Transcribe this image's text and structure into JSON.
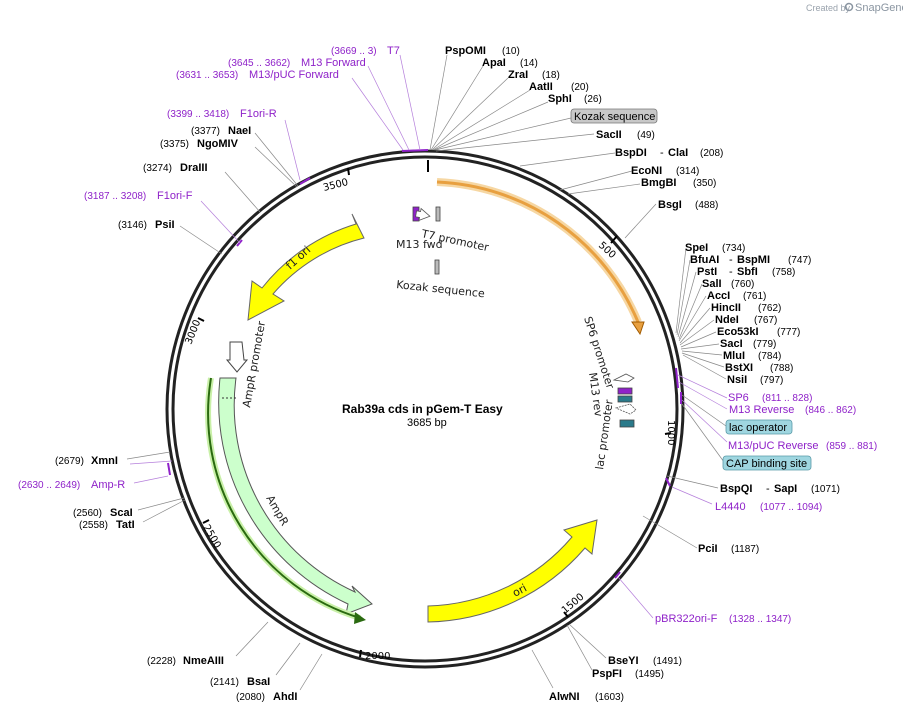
{
  "credit": {
    "prefix": "Created by",
    "brand": "SnapGene"
  },
  "plasmid": {
    "name": "Rab39a cds in pGem-T Easy",
    "length_label": "3685 bp",
    "length": 3685
  },
  "ticks": [
    "500",
    "1000",
    "1500",
    "2000",
    "2500",
    "3000",
    "3500"
  ],
  "sites": [
    {
      "name": "PspOMI",
      "pos": "(10)"
    },
    {
      "name": "ApaI",
      "pos": "(14)"
    },
    {
      "name": "ZraI",
      "pos": "(18)"
    },
    {
      "name": "AatII",
      "pos": "(20)"
    },
    {
      "name": "SphI",
      "pos": "(26)"
    },
    {
      "name": "SacII",
      "pos": "(49)"
    },
    {
      "name": "BspDI",
      "name2": "ClaI",
      "pos": "(208)"
    },
    {
      "name": "EcoNI",
      "pos": "(314)"
    },
    {
      "name": "BmgBI",
      "pos": "(350)"
    },
    {
      "name": "BsgI",
      "pos": "(488)"
    },
    {
      "name": "SpeI",
      "pos": "(734)"
    },
    {
      "name": "BfuAI",
      "name2": "BspMI",
      "pos": "(747)"
    },
    {
      "name": "PstI",
      "name2": "SbfI",
      "pos": "(758)"
    },
    {
      "name": "SalI",
      "pos": "(760)"
    },
    {
      "name": "AccI",
      "pos": "(761)"
    },
    {
      "name": "HincII",
      "pos": "(762)"
    },
    {
      "name": "NdeI",
      "pos": "(767)"
    },
    {
      "name": "Eco53kI",
      "pos": "(777)"
    },
    {
      "name": "SacI",
      "pos": "(779)"
    },
    {
      "name": "MluI",
      "pos": "(784)"
    },
    {
      "name": "BstXI",
      "pos": "(788)"
    },
    {
      "name": "NsiI",
      "pos": "(797)"
    },
    {
      "name": "BspQI",
      "name2": "SapI",
      "pos": "(1071)"
    },
    {
      "name": "PciI",
      "pos": "(1187)"
    },
    {
      "name": "BseYI",
      "pos": "(1491)"
    },
    {
      "name": "PspFI",
      "pos": "(1495)"
    },
    {
      "name": "AlwNI",
      "pos": "(1603)"
    },
    {
      "name": "AhdI",
      "pos": "(2080)"
    },
    {
      "name": "BsaI",
      "pos": "(2141)"
    },
    {
      "name": "NmeAIII",
      "pos": "(2228)"
    },
    {
      "name": "TatI",
      "pos": "(2558)"
    },
    {
      "name": "ScaI",
      "pos": "(2560)"
    },
    {
      "name": "XmnI",
      "pos": "(2679)"
    },
    {
      "name": "PsiI",
      "pos": "(3146)"
    },
    {
      "name": "DraIII",
      "pos": "(3274)"
    },
    {
      "name": "NgoMIV",
      "pos": "(3375)"
    },
    {
      "name": "NaeI",
      "pos": "(3377)"
    }
  ],
  "primers": [
    {
      "name": "T7",
      "pos": "(3669 .. 3)"
    },
    {
      "name": "M13 Forward",
      "pos": "(3645 .. 3662)"
    },
    {
      "name": "M13/pUC Forward",
      "pos": "(3631 .. 3653)"
    },
    {
      "name": "F1ori-R",
      "pos": "(3399 .. 3418)"
    },
    {
      "name": "F1ori-F",
      "pos": "(3187 .. 3208)"
    },
    {
      "name": "Amp-R",
      "pos": "(2630 .. 2649)"
    },
    {
      "name": "SP6",
      "pos": "(811 .. 828)"
    },
    {
      "name": "M13 Reverse",
      "pos": "(846 .. 862)"
    },
    {
      "name": "M13/pUC Reverse",
      "pos": "(859 .. 881)"
    },
    {
      "name": "L4440",
      "pos": "(1077 .. 1094)"
    },
    {
      "name": "pBR322ori-F",
      "pos": "(1328 .. 1347)"
    }
  ],
  "feature_boxes": [
    "Kozak sequence",
    "lac operator",
    "CAP binding site"
  ],
  "features": {
    "f1_ori": "f1 ori",
    "ampr_promoter": "AmpR promoter",
    "ampr": "AmpR",
    "ori": "ori",
    "t7_promoter": "T7 promoter",
    "m13_fwd": "M13 fwd",
    "kozak_inner": "Kozak sequence",
    "sp6_promoter": "SP6 promoter",
    "m13_rev": "M13 rev",
    "lac_promoter": "lac promoter"
  },
  "colors": {
    "primer": "#8f22c9",
    "f1_ori": "#ffff00",
    "ori": "#ffff00",
    "ampr": "#ccffcc",
    "insert": "#e8a040",
    "box_gray": "#c8c8c8",
    "box_cyan": "#9fd6e0"
  }
}
